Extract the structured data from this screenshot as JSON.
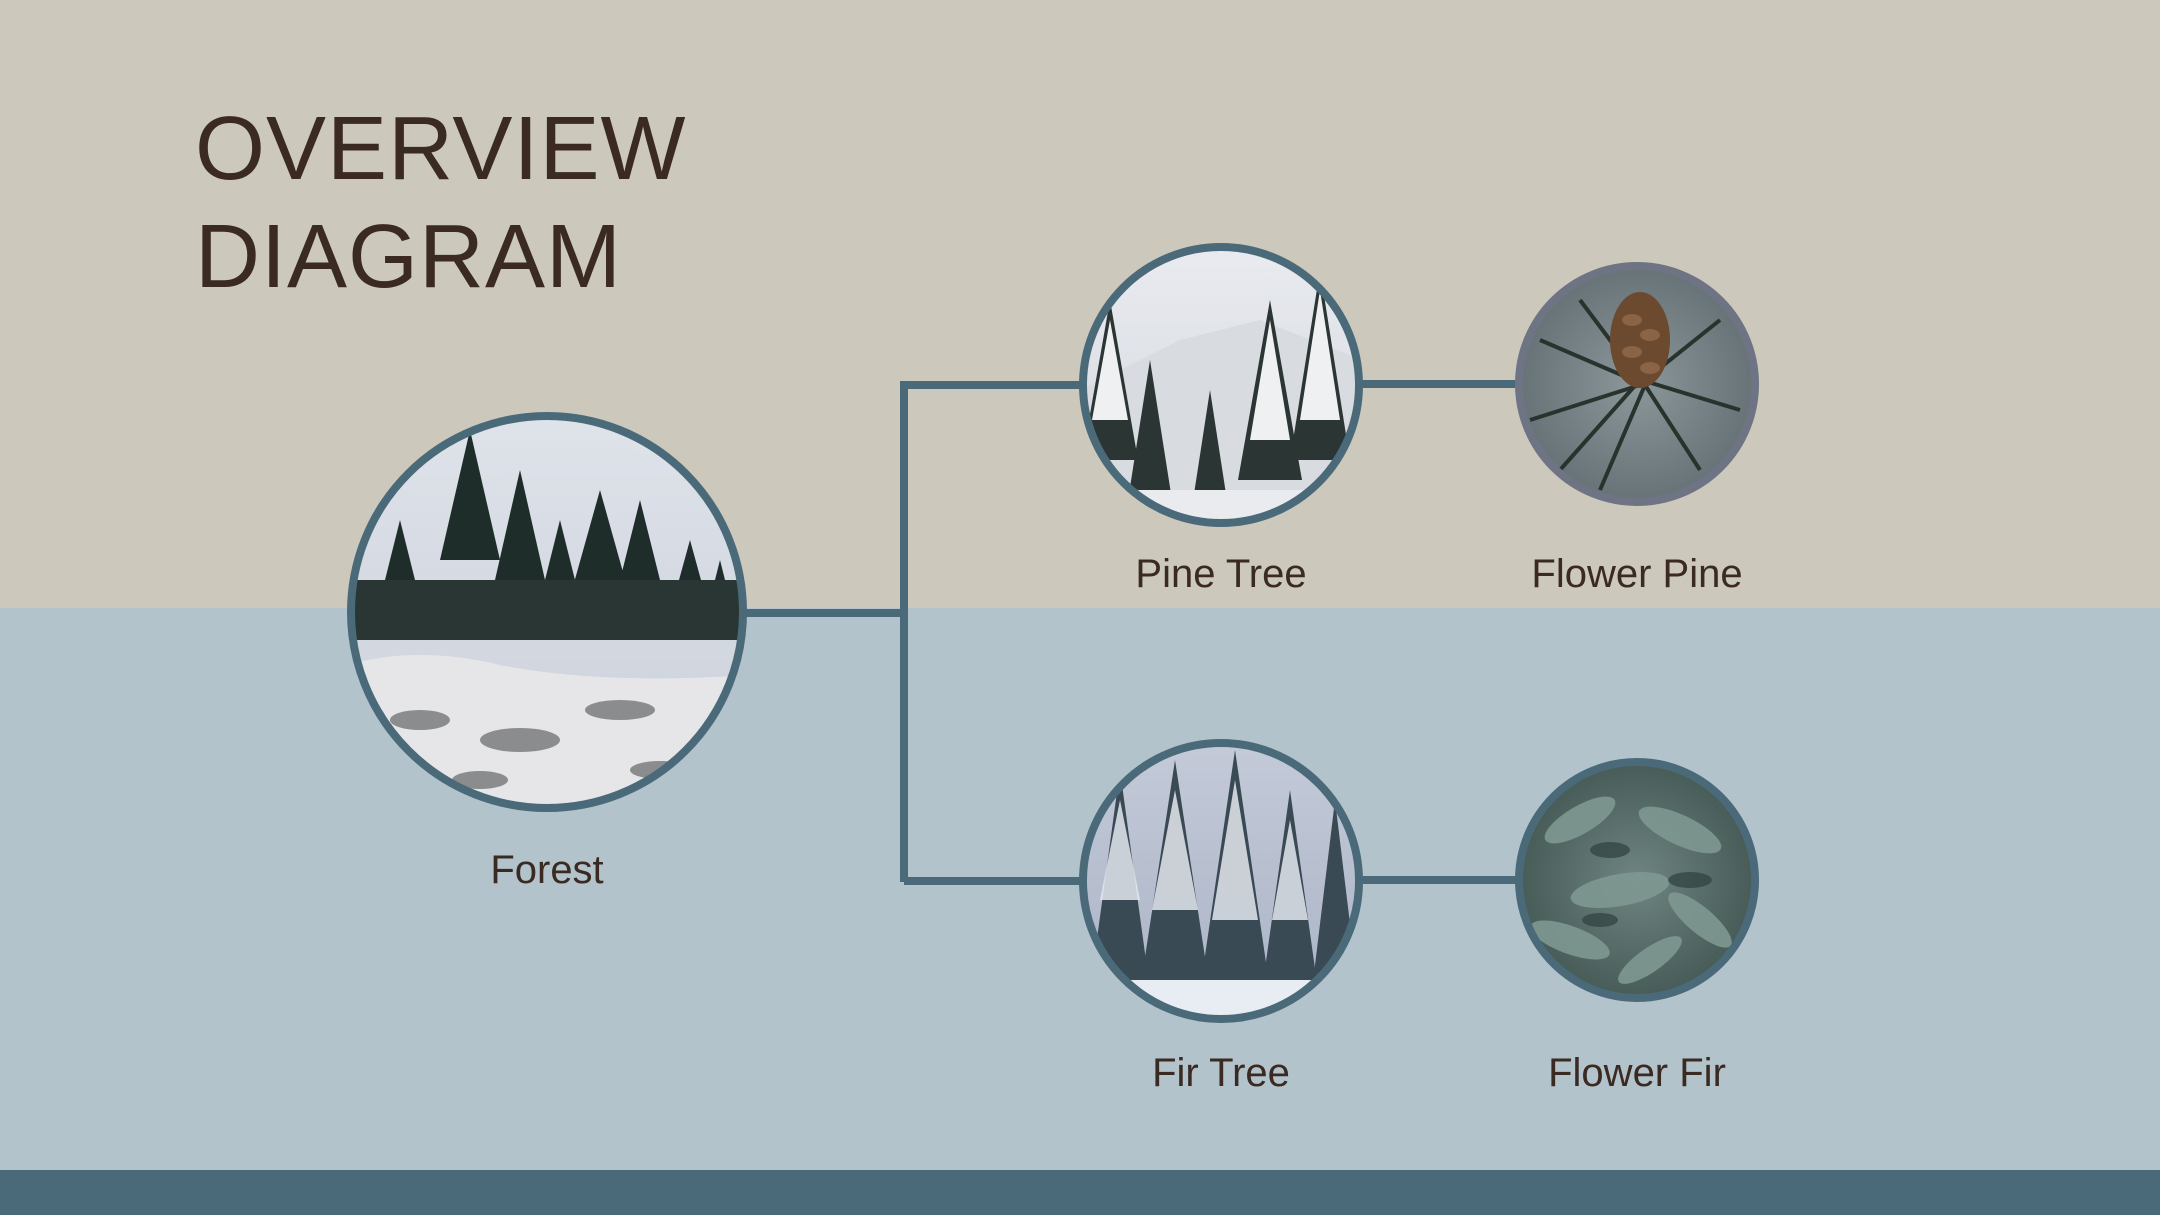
{
  "title": {
    "line1": "OVERVIEW",
    "line2": "DIAGRAM"
  },
  "colors": {
    "top_band": "#ccc8bc",
    "bottom_band": "#b2c3cc",
    "footer": "#4b6a79",
    "connector": "#4b6a79",
    "ring_grey": "#6e7484",
    "text": "#3a2a22"
  },
  "nodes": {
    "forest": {
      "label": "Forest",
      "icon": "snowy-forest-photo"
    },
    "pine_tree": {
      "label": "Pine Tree",
      "icon": "snowy-pine-photo"
    },
    "flower_pine": {
      "label": "Flower Pine",
      "icon": "pine-cone-photo"
    },
    "fir_tree": {
      "label": "Fir Tree",
      "icon": "snowy-fir-photo"
    },
    "flower_fir": {
      "label": "Flower Fir",
      "icon": "fir-needles-photo"
    }
  }
}
